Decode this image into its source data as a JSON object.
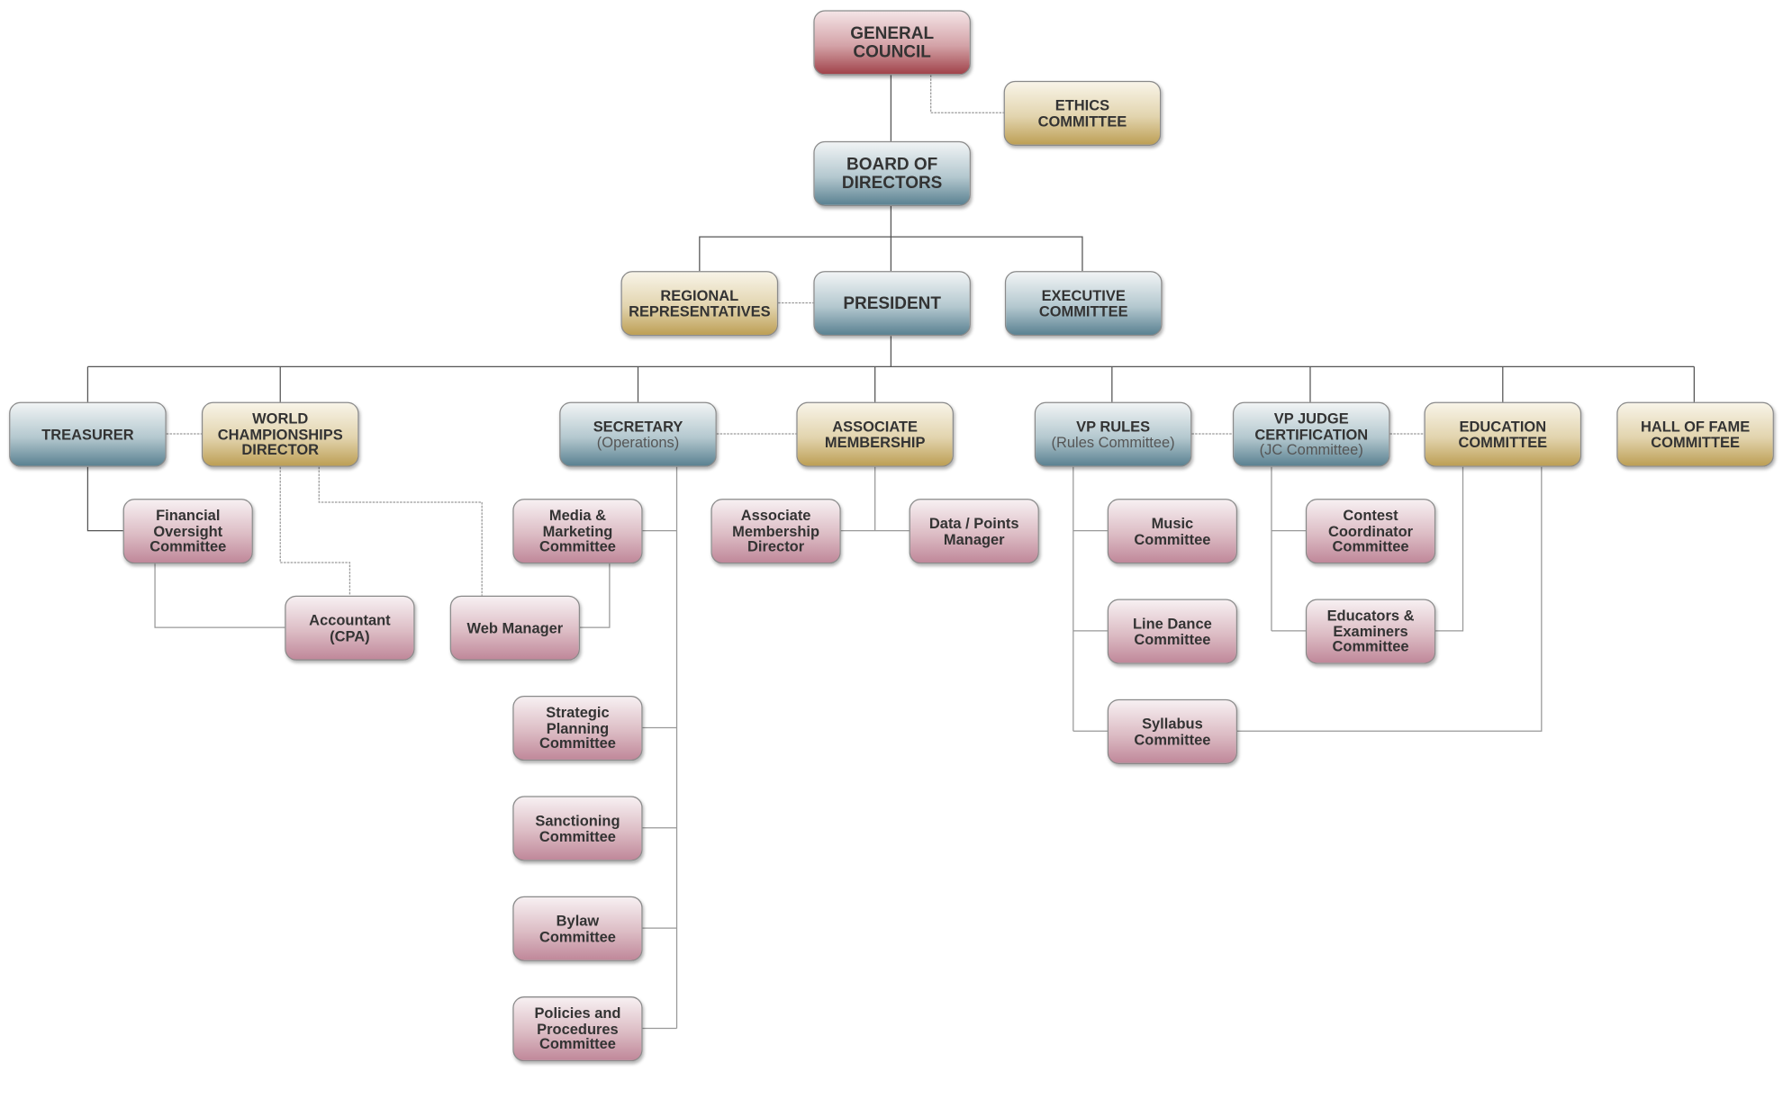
{
  "nodes": {
    "general_council": "GENERAL\nCOUNCIL",
    "ethics": "ETHICS\nCOMMITTEE",
    "board": "BOARD OF\nDIRECTORS",
    "regional": "REGIONAL\nREPRESENTATIVES",
    "president": "PRESIDENT",
    "executive": "EXECUTIVE\nCOMMITTEE",
    "treasurer": "TREASURER",
    "world": "WORLD\nCHAMPIONSHIPS\nDIRECTOR",
    "secretary": "SECRETARY",
    "secretary_sub": "(Operations)",
    "associate": "ASSOCIATE\nMEMBERSHIP",
    "vp_rules": "VP RULES",
    "vp_rules_sub": "(Rules Committee)",
    "vp_judge": "VP JUDGE\nCERTIFICATION",
    "vp_judge_sub": "(JC Committee)",
    "education": "EDUCATION\nCOMMITTEE",
    "hall_of_fame": "HALL OF FAME\nCOMMITTEE",
    "financial": "Financial\nOversight\nCommittee",
    "accountant": "Accountant\n(CPA)",
    "web_manager": "Web Manager",
    "media": "Media &\nMarketing\nCommittee",
    "strategic": "Strategic\nPlanning\nCommittee",
    "sanctioning": "Sanctioning\nCommittee",
    "bylaw": "Bylaw\nCommittee",
    "policies": "Policies and\nProcedures\nCommittee",
    "assoc_director": "Associate\nMembership\nDirector",
    "data_points": "Data / Points\nManager",
    "music": "Music\nCommittee",
    "line_dance": "Line Dance\nCommittee",
    "syllabus": "Syllabus\nCommittee",
    "contest": "Contest\nCoordinator\nCommittee",
    "educators": "Educators &\nExaminers\nCommittee"
  },
  "colors": {
    "blue": "#5a8191",
    "gold": "#bd9f55",
    "red": "#a0434a",
    "pink": "#c0889a",
    "line": "#555555",
    "light_line": "#b0b0b0"
  }
}
